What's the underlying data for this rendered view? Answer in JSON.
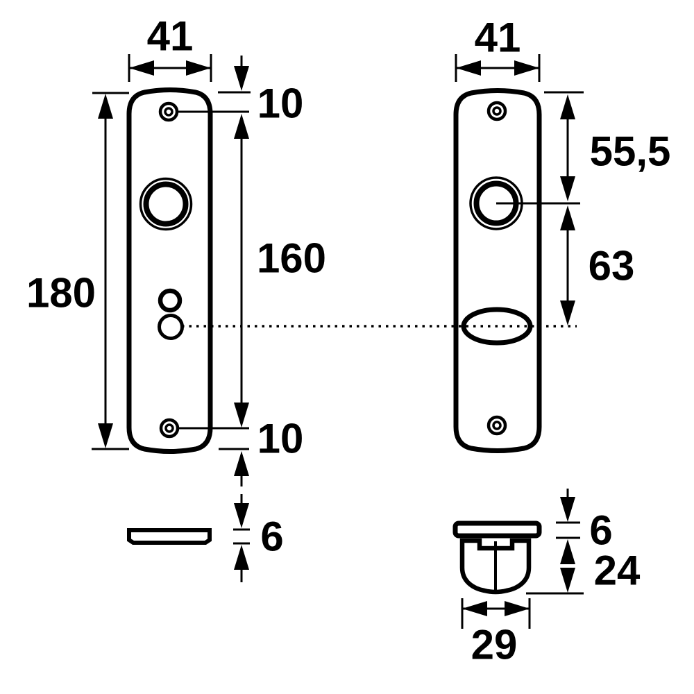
{
  "drawing": {
    "type": "technical-dimension-drawing",
    "subject": "door-plate-pair-with-side-profiles",
    "colors": {
      "ink": "#000000",
      "paper": "#ffffff"
    }
  },
  "labels": {
    "left_width": "41",
    "right_width": "41",
    "left_height": "180",
    "top_hole_offset": "10",
    "hole_spacing": "160",
    "bottom_hole_offset": "10",
    "left_thickness": "6",
    "top_to_handle": "55,5",
    "handle_to_cylinder": "63",
    "right_thickness": "6",
    "knob_depth": "24",
    "knob_width": "29"
  }
}
